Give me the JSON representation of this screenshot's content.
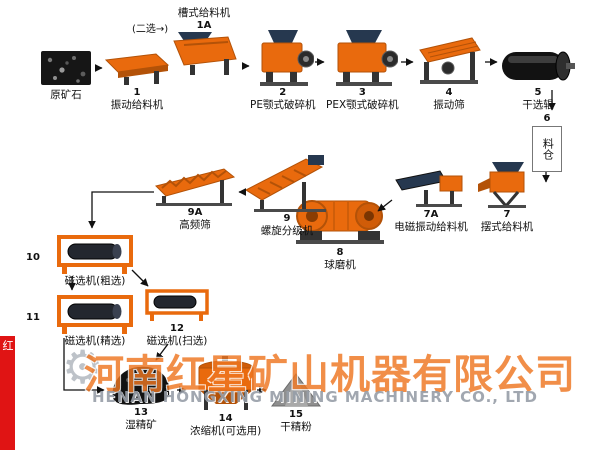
{
  "flow_note": "(二选→)",
  "watermark": {
    "cn": "河南红星矿山机器有限公司",
    "en": "HENAN HONGXING MINING MACHINERY CO., LTD",
    "stamp": "红",
    "gear_icon": "⚙"
  },
  "nodes": [
    {
      "id": "raw-ore",
      "num": "",
      "label": "原矿石"
    },
    {
      "id": "vibrating-feeder",
      "num": "1",
      "label": "振动给料机"
    },
    {
      "id": "trough-feeder",
      "num": "1A",
      "label": "槽式给料机"
    },
    {
      "id": "pe-jaw-crusher",
      "num": "2",
      "label": "PE颚式破碎机"
    },
    {
      "id": "pex-jaw-crusher",
      "num": "3",
      "label": "PEX颚式破碎机"
    },
    {
      "id": "vibrating-screen",
      "num": "4",
      "label": "振动筛"
    },
    {
      "id": "dry-separator-roller",
      "num": "5",
      "label": "干选辊"
    },
    {
      "id": "storage-bin",
      "num": "6",
      "label": "料仓"
    },
    {
      "id": "pendulum-feeder",
      "num": "7",
      "label": "摆式给料机"
    },
    {
      "id": "electromagnetic-vibrating-feeder",
      "num": "7A",
      "label": "电磁振动给料机"
    },
    {
      "id": "ball-mill",
      "num": "8",
      "label": "球磨机"
    },
    {
      "id": "spiral-classifier",
      "num": "9",
      "label": "螺旋分级机"
    },
    {
      "id": "high-frequency-screen",
      "num": "9A",
      "label": "高频筛"
    },
    {
      "id": "magnetic-separator-rough",
      "num": "10",
      "label": "磁选机(粗选)"
    },
    {
      "id": "magnetic-separator-fine",
      "num": "11",
      "label": "磁选机(精选)"
    },
    {
      "id": "magnetic-separator-scavenge",
      "num": "12",
      "label": "磁选机(扫选)"
    },
    {
      "id": "wet-concentrate",
      "num": "13",
      "label": "湿精矿"
    },
    {
      "id": "thickener",
      "num": "14",
      "label": "浓缩机(可选用)"
    },
    {
      "id": "dry-concentrate-powder",
      "num": "15",
      "label": "干精粉"
    }
  ]
}
